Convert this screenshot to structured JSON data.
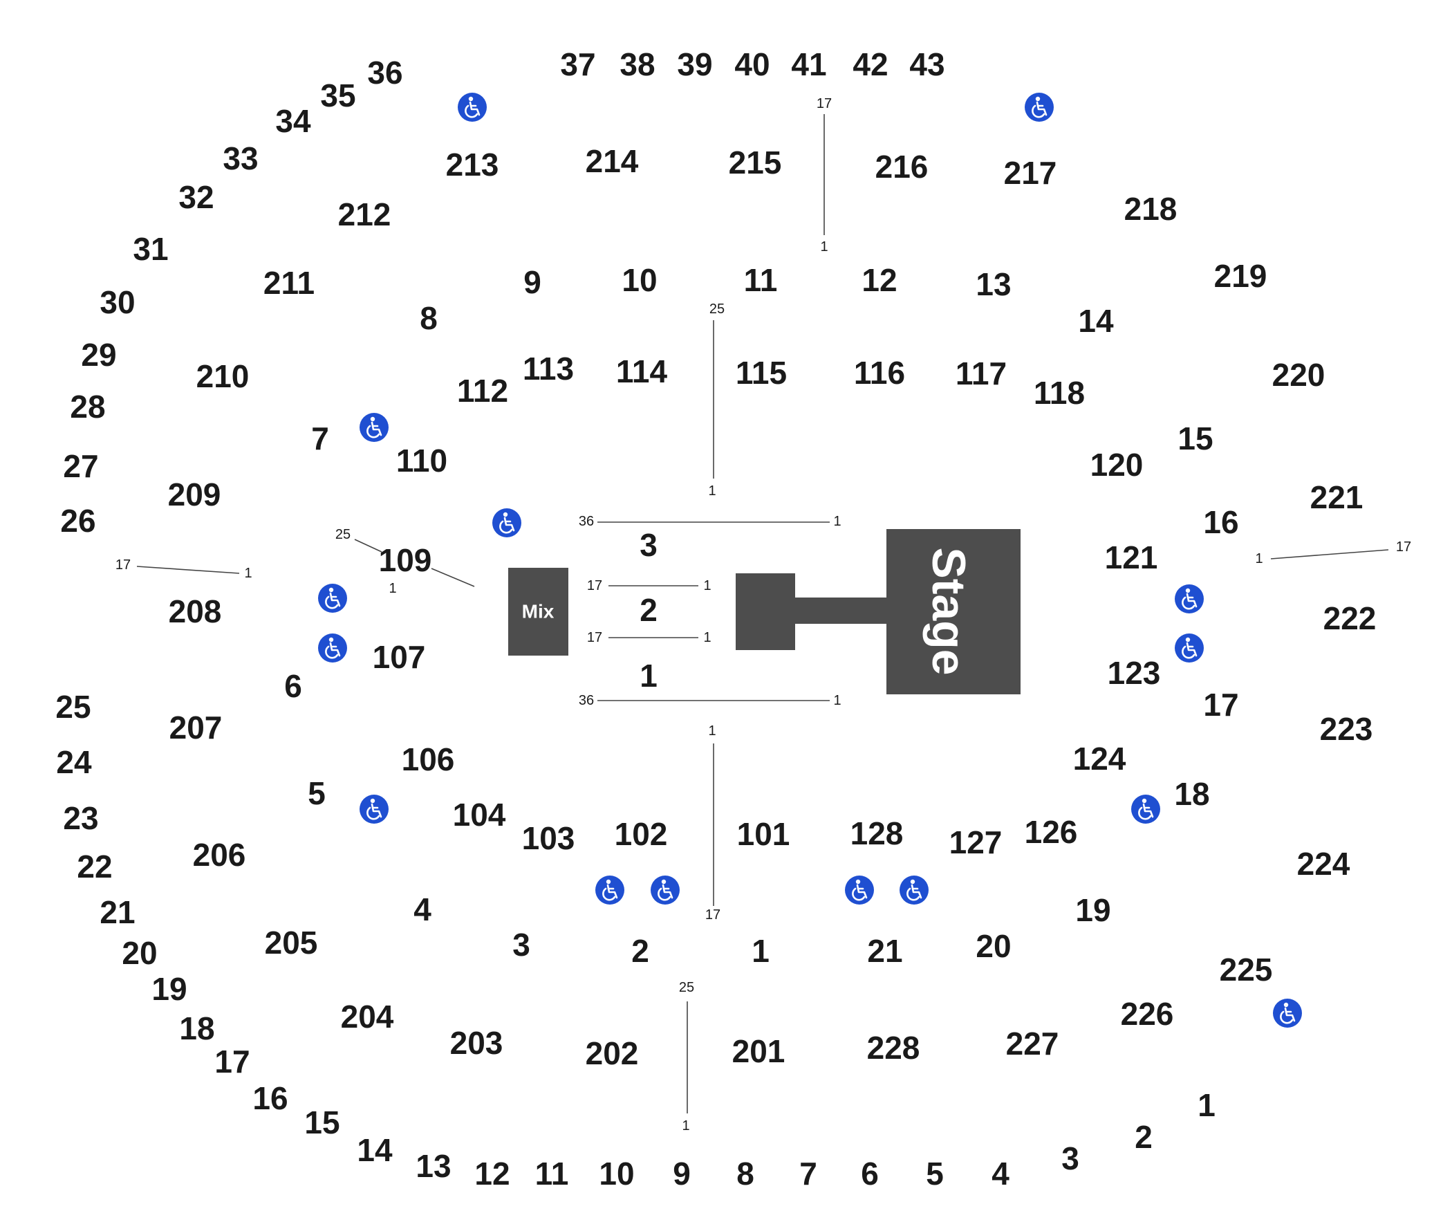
{
  "stage": {
    "label": "Stage"
  },
  "mix": {
    "label": "Mix"
  },
  "colors": {
    "structure": "#4d4d4d",
    "accessible": "#1f4fd1",
    "text": "#1a1a1a"
  },
  "icons": {
    "accessible": "wheelchair-icon"
  },
  "floor_sections": [
    {
      "label": "1"
    },
    {
      "label": "2"
    },
    {
      "label": "3"
    }
  ],
  "row_markers": [
    {
      "label": "17"
    },
    {
      "label": "1"
    },
    {
      "label": "25"
    },
    {
      "label": "1"
    },
    {
      "label": "36"
    },
    {
      "label": "1"
    },
    {
      "label": "17"
    },
    {
      "label": "1"
    },
    {
      "label": "17"
    },
    {
      "label": "1"
    },
    {
      "label": "36"
    },
    {
      "label": "1"
    },
    {
      "label": "1"
    },
    {
      "label": "25"
    },
    {
      "label": "1"
    },
    {
      "label": "17"
    },
    {
      "label": "25"
    },
    {
      "label": "1"
    },
    {
      "label": "17"
    },
    {
      "label": "1"
    },
    {
      "label": "1"
    },
    {
      "label": "17"
    }
  ],
  "sections_100": [
    {
      "label": "101"
    },
    {
      "label": "102"
    },
    {
      "label": "103"
    },
    {
      "label": "104"
    },
    {
      "label": "106"
    },
    {
      "label": "107"
    },
    {
      "label": "109"
    },
    {
      "label": "110"
    },
    {
      "label": "112"
    },
    {
      "label": "113"
    },
    {
      "label": "114"
    },
    {
      "label": "115"
    },
    {
      "label": "116"
    },
    {
      "label": "117"
    },
    {
      "label": "118"
    },
    {
      "label": "120"
    },
    {
      "label": "121"
    },
    {
      "label": "123"
    },
    {
      "label": "124"
    },
    {
      "label": "126"
    },
    {
      "label": "127"
    },
    {
      "label": "128"
    }
  ],
  "sections_200": [
    {
      "label": "201"
    },
    {
      "label": "202"
    },
    {
      "label": "203"
    },
    {
      "label": "204"
    },
    {
      "label": "205"
    },
    {
      "label": "206"
    },
    {
      "label": "207"
    },
    {
      "label": "208"
    },
    {
      "label": "209"
    },
    {
      "label": "210"
    },
    {
      "label": "211"
    },
    {
      "label": "212"
    },
    {
      "label": "213"
    },
    {
      "label": "214"
    },
    {
      "label": "215"
    },
    {
      "label": "216"
    },
    {
      "label": "217"
    },
    {
      "label": "218"
    },
    {
      "label": "219"
    },
    {
      "label": "220"
    },
    {
      "label": "221"
    },
    {
      "label": "222"
    },
    {
      "label": "223"
    },
    {
      "label": "224"
    },
    {
      "label": "225"
    },
    {
      "label": "226"
    },
    {
      "label": "227"
    },
    {
      "label": "228"
    }
  ],
  "inner_numbers": [
    {
      "label": "1"
    },
    {
      "label": "2"
    },
    {
      "label": "3"
    },
    {
      "label": "4"
    },
    {
      "label": "5"
    },
    {
      "label": "6"
    },
    {
      "label": "7"
    },
    {
      "label": "8"
    },
    {
      "label": "9"
    },
    {
      "label": "10"
    },
    {
      "label": "11"
    },
    {
      "label": "12"
    },
    {
      "label": "13"
    },
    {
      "label": "14"
    },
    {
      "label": "15"
    },
    {
      "label": "16"
    },
    {
      "label": "17"
    },
    {
      "label": "18"
    },
    {
      "label": "19"
    },
    {
      "label": "20"
    },
    {
      "label": "21"
    }
  ],
  "outer_numbers": [
    {
      "label": "1"
    },
    {
      "label": "2"
    },
    {
      "label": "3"
    },
    {
      "label": "4"
    },
    {
      "label": "5"
    },
    {
      "label": "6"
    },
    {
      "label": "7"
    },
    {
      "label": "8"
    },
    {
      "label": "9"
    },
    {
      "label": "10"
    },
    {
      "label": "11"
    },
    {
      "label": "12"
    },
    {
      "label": "13"
    },
    {
      "label": "14"
    },
    {
      "label": "15"
    },
    {
      "label": "16"
    },
    {
      "label": "17"
    },
    {
      "label": "18"
    },
    {
      "label": "19"
    },
    {
      "label": "20"
    },
    {
      "label": "21"
    },
    {
      "label": "22"
    },
    {
      "label": "23"
    },
    {
      "label": "24"
    },
    {
      "label": "25"
    },
    {
      "label": "26"
    },
    {
      "label": "27"
    },
    {
      "label": "28"
    },
    {
      "label": "29"
    },
    {
      "label": "30"
    },
    {
      "label": "31"
    },
    {
      "label": "32"
    },
    {
      "label": "33"
    },
    {
      "label": "34"
    },
    {
      "label": "35"
    },
    {
      "label": "36"
    },
    {
      "label": "37"
    },
    {
      "label": "38"
    },
    {
      "label": "39"
    },
    {
      "label": "40"
    },
    {
      "label": "41"
    },
    {
      "label": "42"
    },
    {
      "label": "43"
    }
  ]
}
